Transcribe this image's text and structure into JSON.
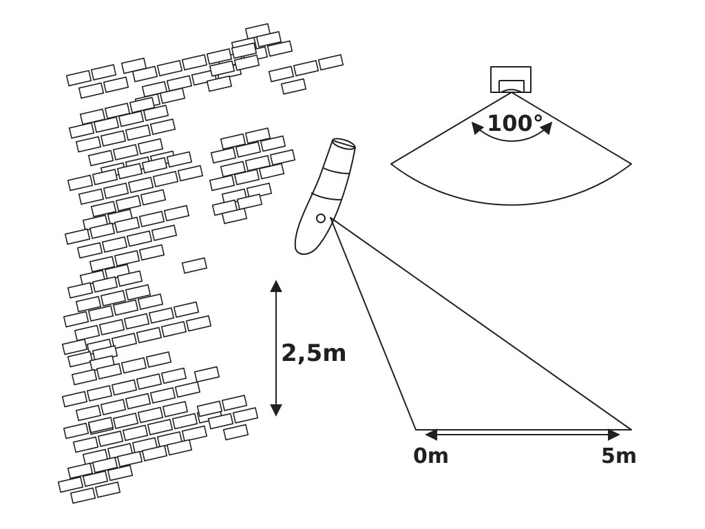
{
  "labels": {
    "height": "2,5m",
    "range_start": "0m",
    "range_end": "5m",
    "angle": "100°"
  },
  "icons": {
    "wall": "brick-wall-icon",
    "lamp": "wall-lamp-sensor-icon",
    "sensor": "sensor-top-view-icon"
  },
  "colors": {
    "line": "#231f20",
    "background": "#ffffff"
  }
}
